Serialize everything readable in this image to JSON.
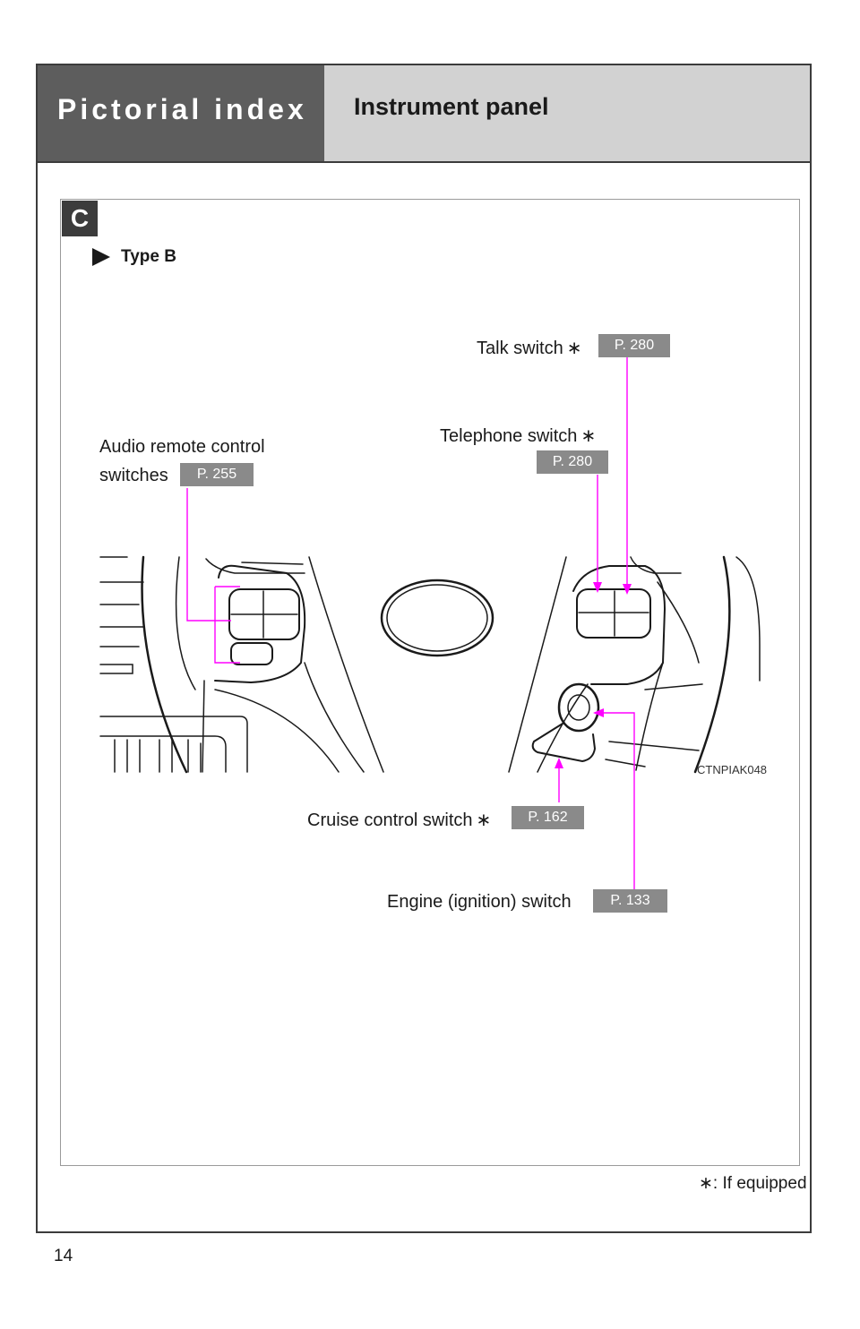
{
  "header": {
    "section_title": "Pictorial index",
    "page_heading": "Instrument panel"
  },
  "panel": {
    "tab_letter": "C",
    "type_label": "Type B",
    "diagram_code": "CTNPIAK048"
  },
  "callouts": {
    "talk": {
      "label": "Talk switch",
      "star": "∗",
      "page": "P. 280"
    },
    "telephone": {
      "label": "Telephone switch",
      "star": "∗",
      "page": "P. 280"
    },
    "audio": {
      "label_line1": "Audio remote control",
      "label_line2": "switches",
      "page": "P. 255"
    },
    "cruise": {
      "label": "Cruise control switch",
      "star": "∗",
      "page": "P. 162"
    },
    "engine": {
      "label": "Engine (ignition) switch",
      "page": "P. 133"
    }
  },
  "footnote": {
    "star": "∗",
    "text": ": If equipped"
  },
  "page_number": "14",
  "colors": {
    "leader": "#ff00ff",
    "ref_badge": "#8a8a8a",
    "header_dark": "#5d5d5d",
    "header_light": "#d2d2d2"
  }
}
